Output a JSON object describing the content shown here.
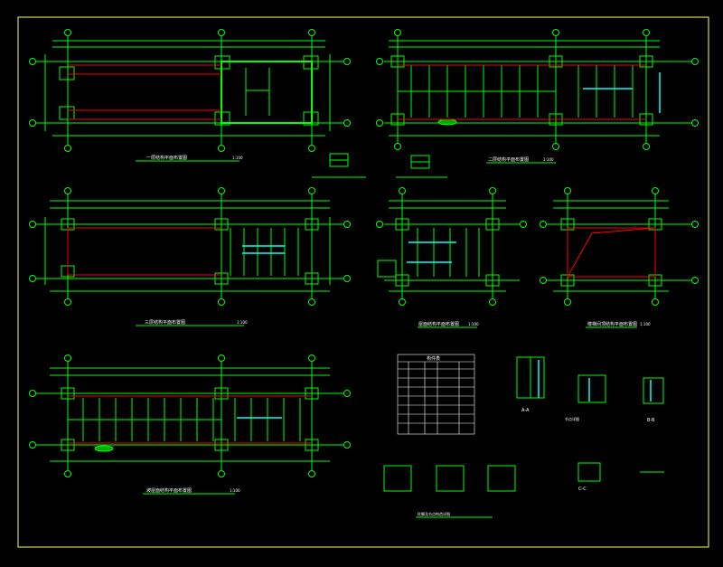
{
  "colors": {
    "background": "#000000",
    "sheet_border": "#ffff66",
    "linework": "#00ff00",
    "beams": "#ff0000",
    "columns": "#00ffff",
    "text": "#ffffff",
    "dimension": "#00ff00"
  },
  "drawing": {
    "plan_titles": [
      "一层结构平面布置图",
      "二层结构平面布置图",
      "三层结构平面布置图",
      "屋面结构平面布置图",
      "楼梯间顶结构平面布置图",
      "坡屋面结构平面布置图"
    ],
    "plan_scales": [
      "1:100",
      "1:100",
      "1:100",
      "1:100",
      "1:100",
      "1:100"
    ],
    "detail_labels": [
      "A-A",
      "B-B",
      "C-C"
    ],
    "table_title": "构件表",
    "node_title": "节点详图",
    "bottom_title": "柱脚及节点构造详图"
  }
}
